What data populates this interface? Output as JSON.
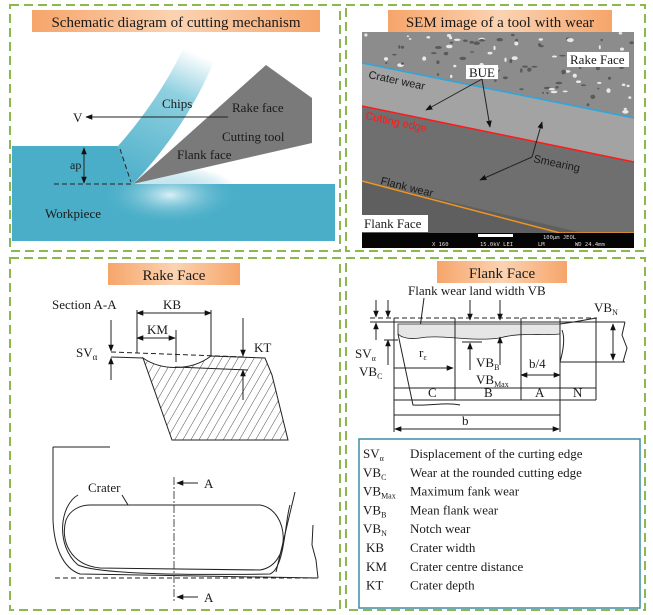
{
  "panels": {
    "cutting": {
      "title": "Schematic diagram of cutting mechanism",
      "labels": {
        "chips": "Chips",
        "velocity": "V",
        "rake_face": "Rake face",
        "cutting_tool": "Cutting tool",
        "flank_face": "Flank face",
        "depth": "ap",
        "workpiece": "Workpiece"
      }
    },
    "sem": {
      "title": "SEM image of a tool with wear",
      "labels": {
        "rake_face": "Rake Face",
        "bue": "BUE",
        "crater_wear": "Crater wear",
        "cutting_edge": "Cutting edge",
        "smearing": "Smearing",
        "flank_wear": "Flank wear",
        "flank_face": "Flank Face"
      },
      "info_bar": {
        "scale": "100μm JEOL",
        "mag": "X 160",
        "voltage": "15.0kV LEI",
        "mode": "LM",
        "wd": "WD 24.4mm"
      },
      "line_colors": {
        "crater_wear": "#29a8e0",
        "cutting_edge": "#ff1a1a",
        "flank_wear": "#f0961e"
      }
    },
    "rake": {
      "title": "Rake Face",
      "labels": {
        "section": "Section A-A",
        "kb": "KB",
        "km": "KM",
        "kt": "KT",
        "sv": "SV",
        "sv_sub": "α",
        "crater": "Crater",
        "a_top": "A",
        "a_bottom": "A"
      }
    },
    "flank": {
      "title": "Flank Face",
      "labels": {
        "vb_width": "Flank wear land width VB",
        "vbn": "VB",
        "vbn_sub": "N",
        "sv": "SV",
        "sv_sub": "α",
        "vbc": "VB",
        "vbc_sub": "C",
        "r": "r",
        "r_sub": "ε",
        "vbb": "VB",
        "vbb_sub": "B",
        "vbmax": "VB",
        "vbmax_sub": "Max",
        "b4": "b/4",
        "zone_c": "C",
        "zone_b": "B",
        "zone_a": "A",
        "zone_n": "N",
        "b": "b"
      },
      "legend": [
        {
          "symbol": "SV",
          "sub": "α",
          "desc": "Displacement of the curting edge"
        },
        {
          "symbol": "VB",
          "sub": "C",
          "desc": "Wear at the rounded cutting edge"
        },
        {
          "symbol": "VB",
          "sub": "Max",
          "desc": "Maximum fank wear"
        },
        {
          "symbol": "VB",
          "sub": "B",
          "desc": "Mean flank wear"
        },
        {
          "symbol": "VB",
          "sub": "N",
          "desc": "Notch wear"
        },
        {
          "symbol": "KB",
          "sub": "",
          "desc": "Crater width"
        },
        {
          "symbol": "KM",
          "sub": "",
          "desc": "Crater centre distance"
        },
        {
          "symbol": "KT",
          "sub": "",
          "desc": "Crater depth"
        }
      ]
    }
  },
  "colors": {
    "panel_border": "#8db850",
    "title_bg": "#f4a060",
    "workpiece": "#4aaec8",
    "tool": "#7a7a7a",
    "legend_border": "#3d8ca6"
  }
}
